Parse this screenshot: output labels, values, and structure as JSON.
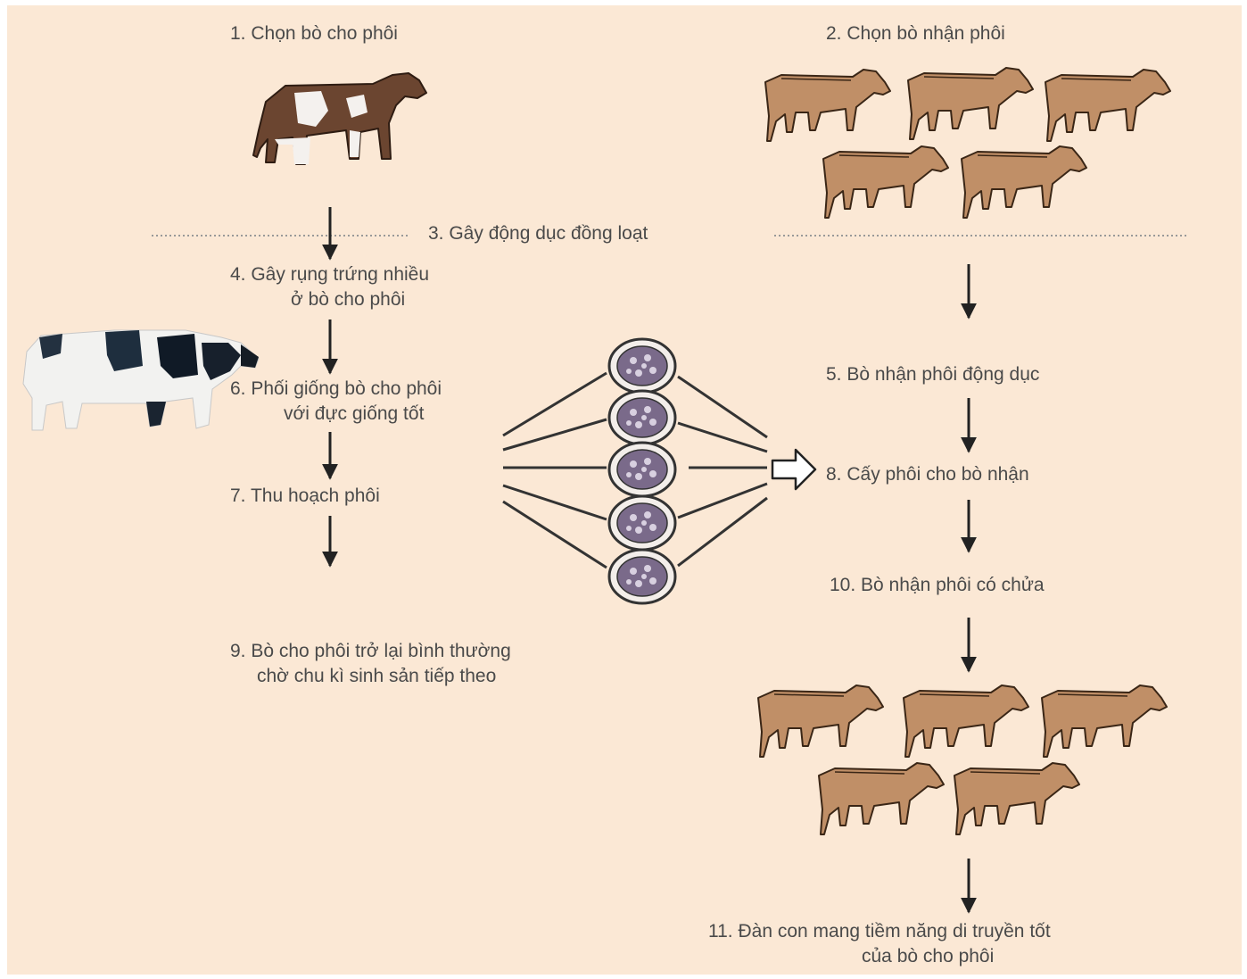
{
  "steps": {
    "s1": "1. Chọn bò cho phôi",
    "s2": "2. Chọn bò nhận phôi",
    "s3": "3. Gây động dục đồng loạt",
    "s4a": "4. Gây rụng trứng nhiều",
    "s4b": "ở bò cho phôi",
    "s5": "5. Bò nhận phôi động dục",
    "s6a": "6. Phối giống bò cho phôi",
    "s6b": "với đực giống tốt",
    "s7": "7. Thu hoạch phôi",
    "s8": "8. Cấy phôi cho bò nhận",
    "s9a": "9. Bò cho phôi trở lại bình thường",
    "s9b": "chờ chu kì sinh sản tiếp theo",
    "s10": "10. Bò nhận phôi có chửa",
    "s11a": "11. Đàn con mang tiềm năng di truyền tốt",
    "s11b": "của bò cho phôi"
  },
  "colors": {
    "background": "#fbe8d5",
    "text": "#4a4a4a",
    "recipient_cow": "#c08f67",
    "donor_cow": "#6b4530"
  }
}
